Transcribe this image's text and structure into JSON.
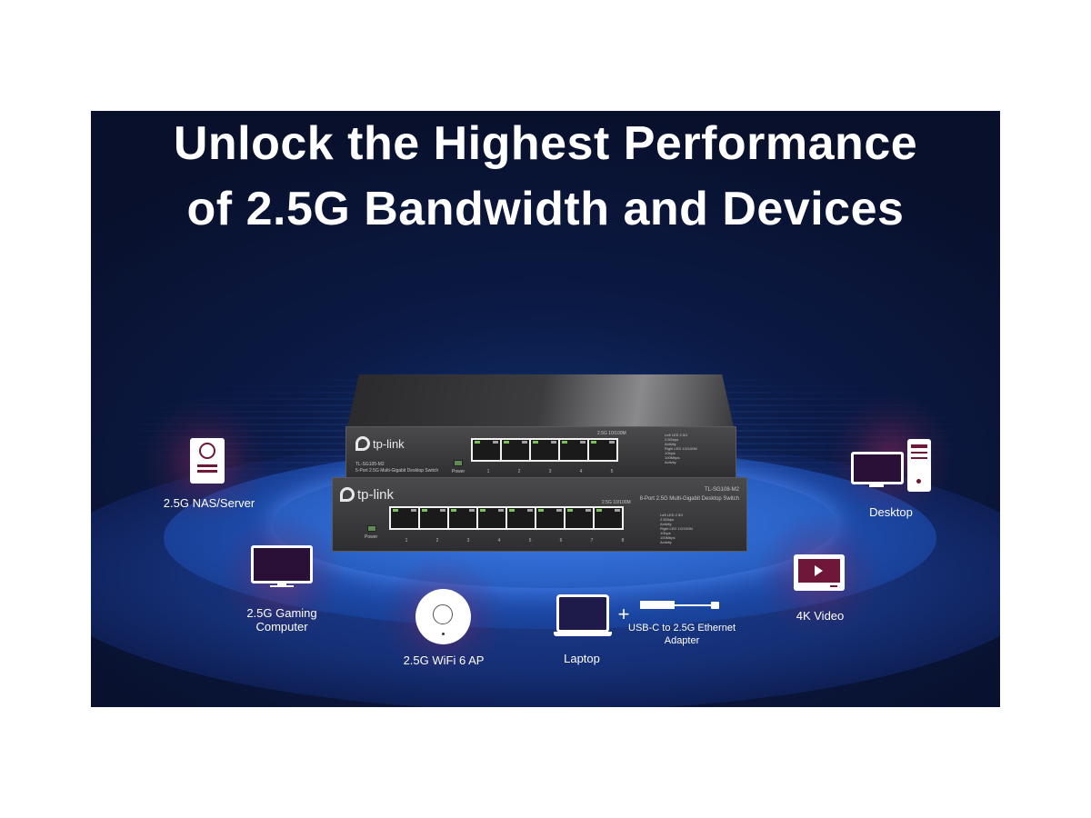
{
  "headline": {
    "line1": "Unlock the Highest Performance",
    "line2": "of 2.5G Bandwidth and Devices"
  },
  "colors": {
    "background": "#0b1a45",
    "ring_glow": "#3d7be8",
    "icon_accent": "#6e1738",
    "text": "#ffffff"
  },
  "switch_top": {
    "brand": "tp-link",
    "model": "TL-SG105-M2",
    "description": "5-Port 2.5G Multi-Gigabit Desktop Switch",
    "power_label": "Power",
    "port_header": "2.5G   10/100M",
    "port_numbers": [
      "1",
      "2",
      "3",
      "4",
      "5"
    ],
    "led_legend": [
      "Left LED 2.5G",
      "2.5Gbps",
      "Activity",
      "Right LED 1G/100M",
      "1Gbps",
      "100Mbps",
      "Activity"
    ]
  },
  "switch_bottom": {
    "brand": "tp-link",
    "model": "TL-SG108-M2",
    "description": "8-Port 2.5G Multi-Gigabit Desktop Switch",
    "power_label": "Power",
    "port_header": "2.5G   10/100M",
    "port_numbers": [
      "1",
      "2",
      "3",
      "4",
      "5",
      "6",
      "7",
      "8"
    ],
    "led_legend": [
      "Left LED 2.5G",
      "2.5Gbps",
      "Activity",
      "Right LED 1G/100M",
      "1Gbps",
      "100Mbps",
      "Activity"
    ]
  },
  "devices": {
    "nas": {
      "label": "2.5G NAS/Server",
      "icon": "nas-server-icon"
    },
    "gaming": {
      "label": "2.5G Gaming Computer",
      "icon": "monitor-icon"
    },
    "ap": {
      "label": "2.5G WiFi 6 AP",
      "icon": "access-point-icon"
    },
    "laptop": {
      "label": "Laptop",
      "icon": "laptop-icon"
    },
    "plus": "+",
    "adapter": {
      "label": "USB-C to 2.5G Ethernet Adapter",
      "icon": "usb-c-adapter-icon"
    },
    "video": {
      "label": "4K Video",
      "icon": "video-play-icon"
    },
    "desktop": {
      "label": "Desktop",
      "icon": "desktop-tower-icon"
    }
  }
}
